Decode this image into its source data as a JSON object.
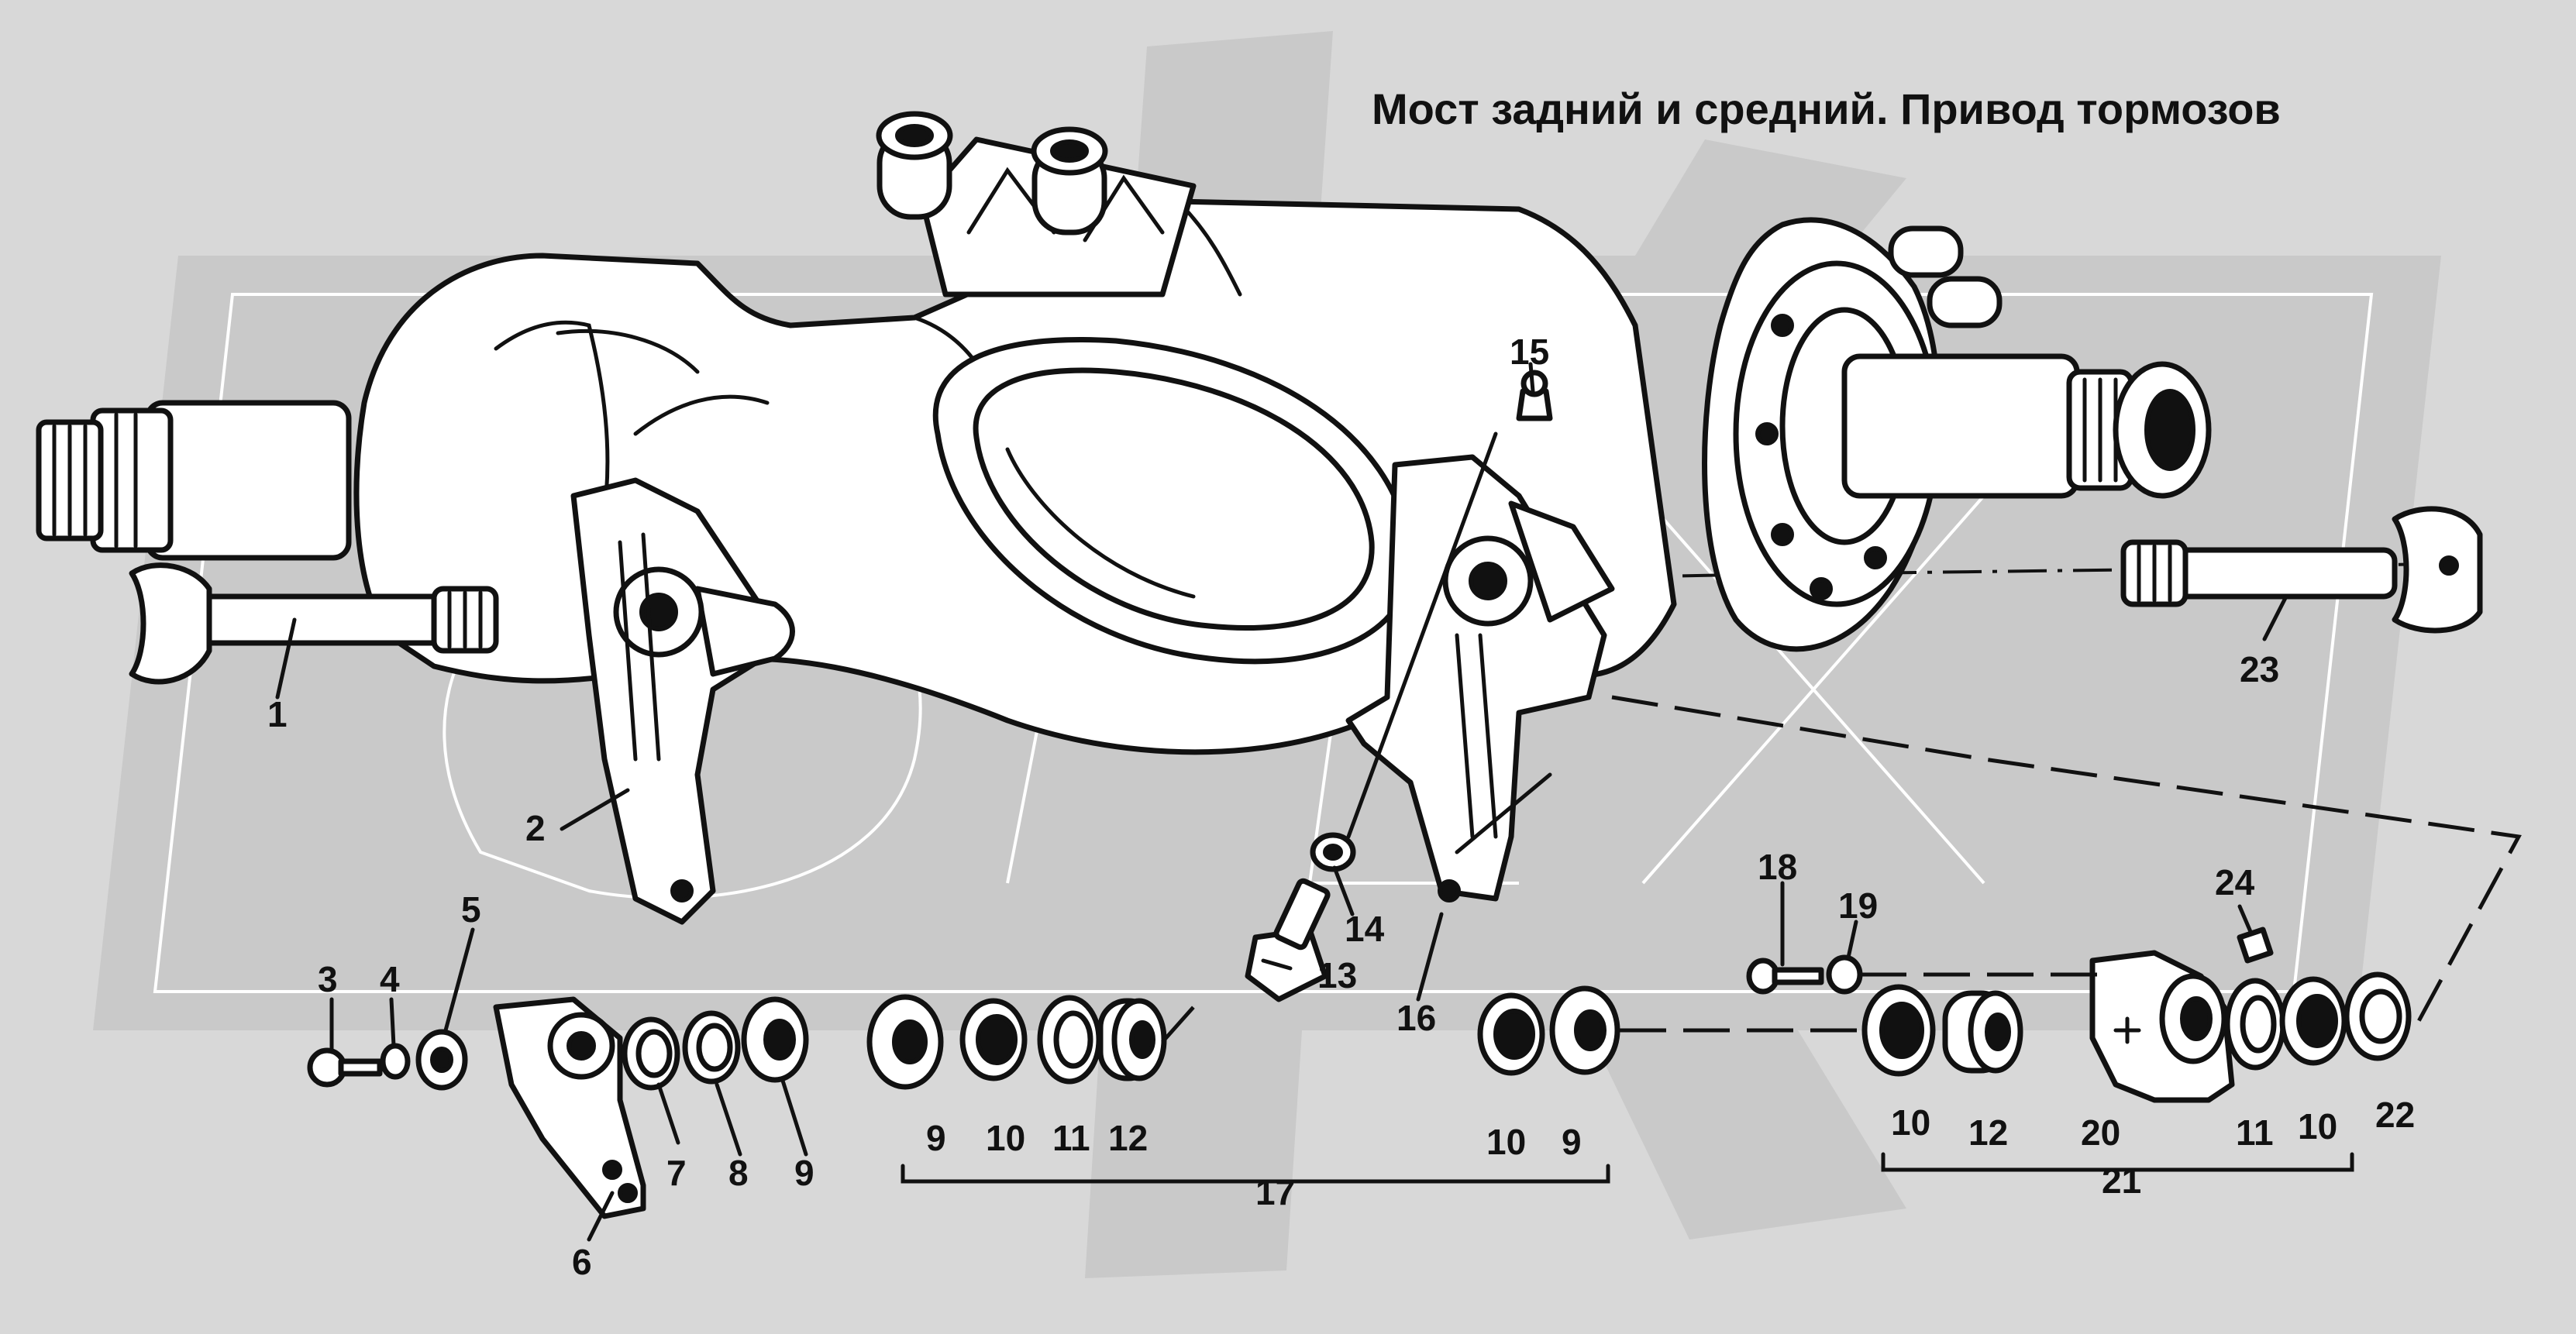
{
  "title": "Мост задний и средний. Привод тормозов",
  "colors": {
    "background": "#d8d8d8",
    "watermark": "#c9c9c9",
    "line": "#111111",
    "part_fill": "#ffffff"
  },
  "callouts": [
    {
      "id": "1",
      "label": "1"
    },
    {
      "id": "2",
      "label": "2"
    },
    {
      "id": "3",
      "label": "3"
    },
    {
      "id": "4",
      "label": "4"
    },
    {
      "id": "5",
      "label": "5"
    },
    {
      "id": "6",
      "label": "6"
    },
    {
      "id": "7",
      "label": "7"
    },
    {
      "id": "8",
      "label": "8"
    },
    {
      "id": "9a",
      "label": "9"
    },
    {
      "id": "9b",
      "label": "9"
    },
    {
      "id": "10a",
      "label": "10"
    },
    {
      "id": "11a",
      "label": "11"
    },
    {
      "id": "12a",
      "label": "12"
    },
    {
      "id": "13",
      "label": "13"
    },
    {
      "id": "14",
      "label": "14"
    },
    {
      "id": "15",
      "label": "15"
    },
    {
      "id": "16",
      "label": "16"
    },
    {
      "id": "10b",
      "label": "10"
    },
    {
      "id": "9c",
      "label": "9"
    },
    {
      "id": "17",
      "label": "17"
    },
    {
      "id": "18",
      "label": "18"
    },
    {
      "id": "19",
      "label": "19"
    },
    {
      "id": "10c",
      "label": "10"
    },
    {
      "id": "12b",
      "label": "12"
    },
    {
      "id": "20",
      "label": "20"
    },
    {
      "id": "11b",
      "label": "11"
    },
    {
      "id": "10d",
      "label": "10"
    },
    {
      "id": "22",
      "label": "22"
    },
    {
      "id": "21",
      "label": "21"
    },
    {
      "id": "23",
      "label": "23"
    },
    {
      "id": "24",
      "label": "24"
    }
  ]
}
